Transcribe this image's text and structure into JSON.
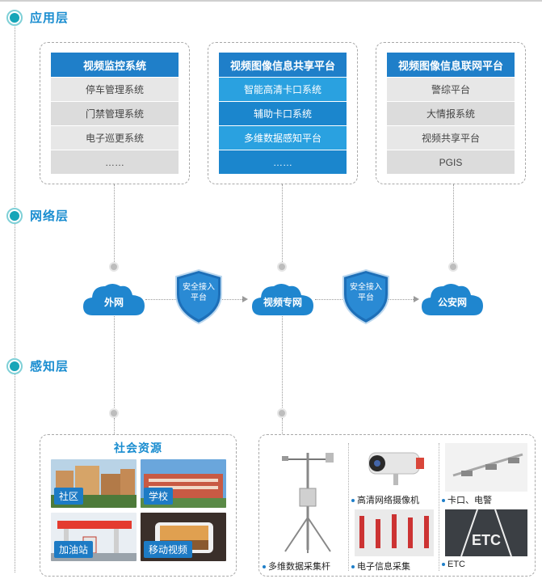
{
  "layers": [
    {
      "label": "应用层"
    },
    {
      "label": "网络层"
    },
    {
      "label": "感知层"
    }
  ],
  "systems": [
    {
      "title": "视频监控系统",
      "items": [
        "停车管理系统",
        "门禁管理系统",
        "电子巡更系统",
        "……"
      ]
    },
    {
      "title": "视频图像信息共享平台",
      "items": [
        "智能高清卡口系统",
        "辅助卡口系统",
        "多维数据感知平台",
        "……"
      ]
    },
    {
      "title": "视频图像信息联网平台",
      "items": [
        "警综平台",
        "大情报系统",
        "视频共享平台",
        "PGIS"
      ]
    }
  ],
  "network": {
    "clouds": [
      "外网",
      "视频专网",
      "公安网"
    ],
    "shields": [
      {
        "line1": "安全接入",
        "line2": "平台"
      },
      {
        "line1": "安全接入",
        "line2": "平台"
      }
    ]
  },
  "resources": {
    "title": "社会资源",
    "tiles": [
      "社区",
      "学校",
      "加油站",
      "移动视频"
    ]
  },
  "devices": [
    "多维数据采集杆",
    "高清网络摄像机",
    "卡口、电警",
    "电子信息采集",
    "ETC"
  ],
  "etc_road_text": "ETC",
  "colors": {
    "accent": "#1a8dd0",
    "header_blue": "#1f7fc9",
    "teal": "#16a5b8"
  }
}
